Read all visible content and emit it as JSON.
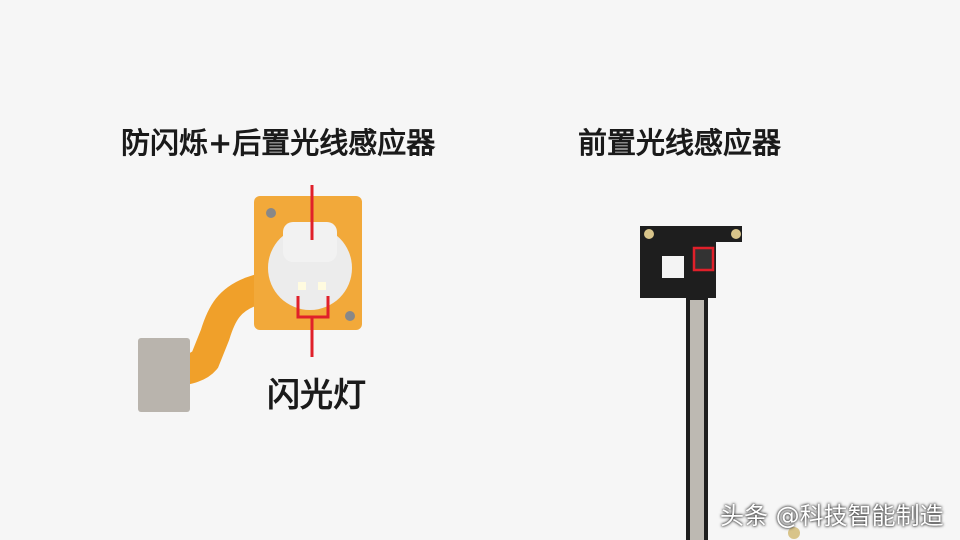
{
  "labels": {
    "left_title": "防闪烁+后置光线感应器",
    "right_title": "前置光线感应器",
    "flash_label": "闪光灯"
  },
  "watermark": "头条 @科技智能制造",
  "colors": {
    "annotation": "#e0202a",
    "flex_pcb": "#f0a02a",
    "board": "#1e1e1e"
  }
}
